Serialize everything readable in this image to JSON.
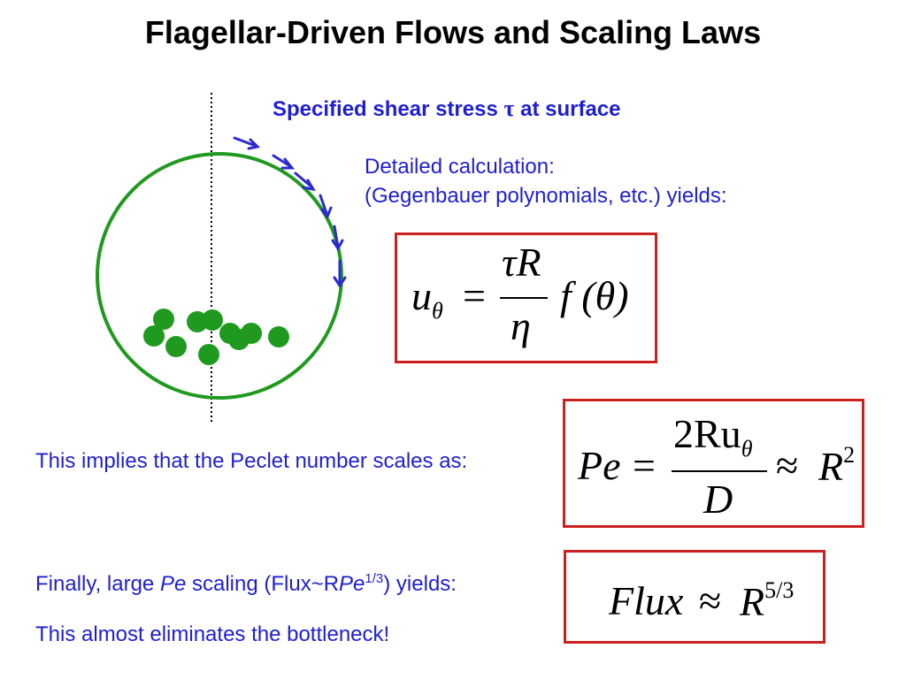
{
  "title": "Flagellar-Driven Flows and Scaling Laws",
  "shear_label": {
    "prefix": "Specified shear stress ",
    "symbol": "τ",
    "suffix": " at surface"
  },
  "detailed": {
    "line1": "Detailed calculation:",
    "line2": "(Gegenbauer polynomials, etc.) yields:"
  },
  "eq1": {
    "lhs": "u",
    "lhs_sub": "θ",
    "equals": "=",
    "num": "τR",
    "den": "η",
    "rhs": "f (θ)"
  },
  "peclet_text": "This implies that the Peclet number scales as:",
  "eq2": {
    "lhs": "Pe",
    "equals": "=",
    "num": "2Ru",
    "num_sub": "θ",
    "den": "D",
    "approx": "≈",
    "rhs": "R",
    "rhs_sup": "2"
  },
  "flux_text": {
    "p1": "Finally, large ",
    "pe": "Pe",
    "p2": " scaling (Flux~R",
    "pe2": "Pe",
    "sup": "1/3",
    "p3": ") yields:"
  },
  "eq3": {
    "lhs": "Flux",
    "approx": "≈",
    "rhs": "R",
    "rhs_sup": "5/3"
  },
  "bottleneck_text": "This almost eliminates the bottleneck!",
  "colors": {
    "blue_text": "#1f1fd0",
    "circle": "#1f9a1f",
    "particles": "#1f9a1f",
    "arrows": "#2a2ad0",
    "box_border": "#cc2020"
  }
}
